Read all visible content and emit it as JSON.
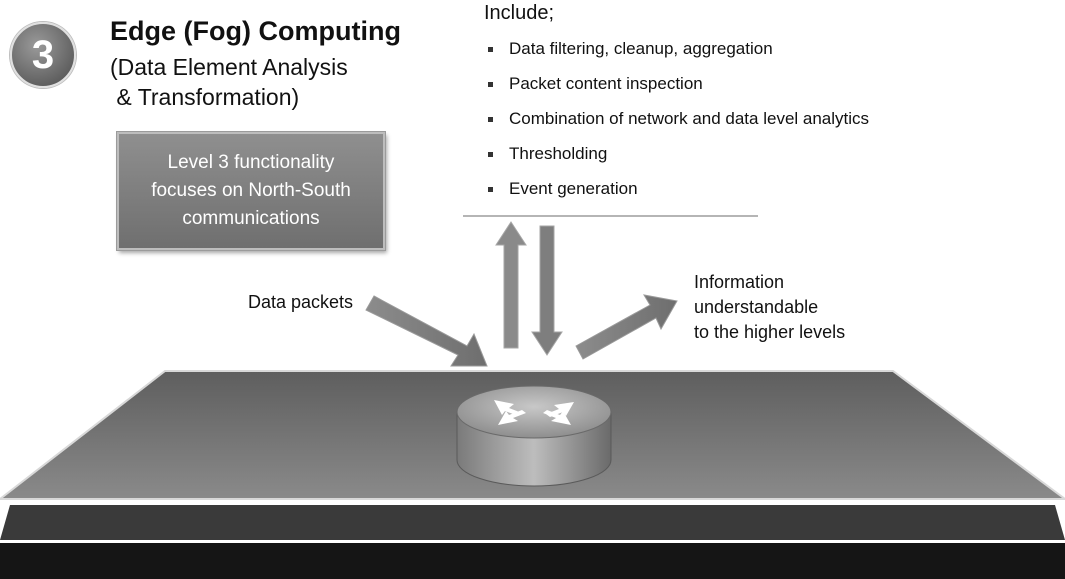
{
  "level_badge": "3",
  "title": "Edge (Fog) Computing",
  "subtitle_line1": "(Data Element Analysis",
  "subtitle_line2": " & Transformation)",
  "callout": {
    "line1": "Level 3 functionality",
    "line2": "focuses on North-South",
    "line3": "communications"
  },
  "include": {
    "title": "Include;",
    "items": [
      "Data filtering, cleanup, aggregation",
      "Packet content inspection",
      "Combination of network and data level analytics",
      "Thresholding",
      "Event generation"
    ]
  },
  "labels": {
    "data_packets": "Data packets",
    "info_line1": "Information",
    "info_line2": "understandable",
    "info_line3": "to the higher levels"
  },
  "icons": [
    "router-icon"
  ]
}
